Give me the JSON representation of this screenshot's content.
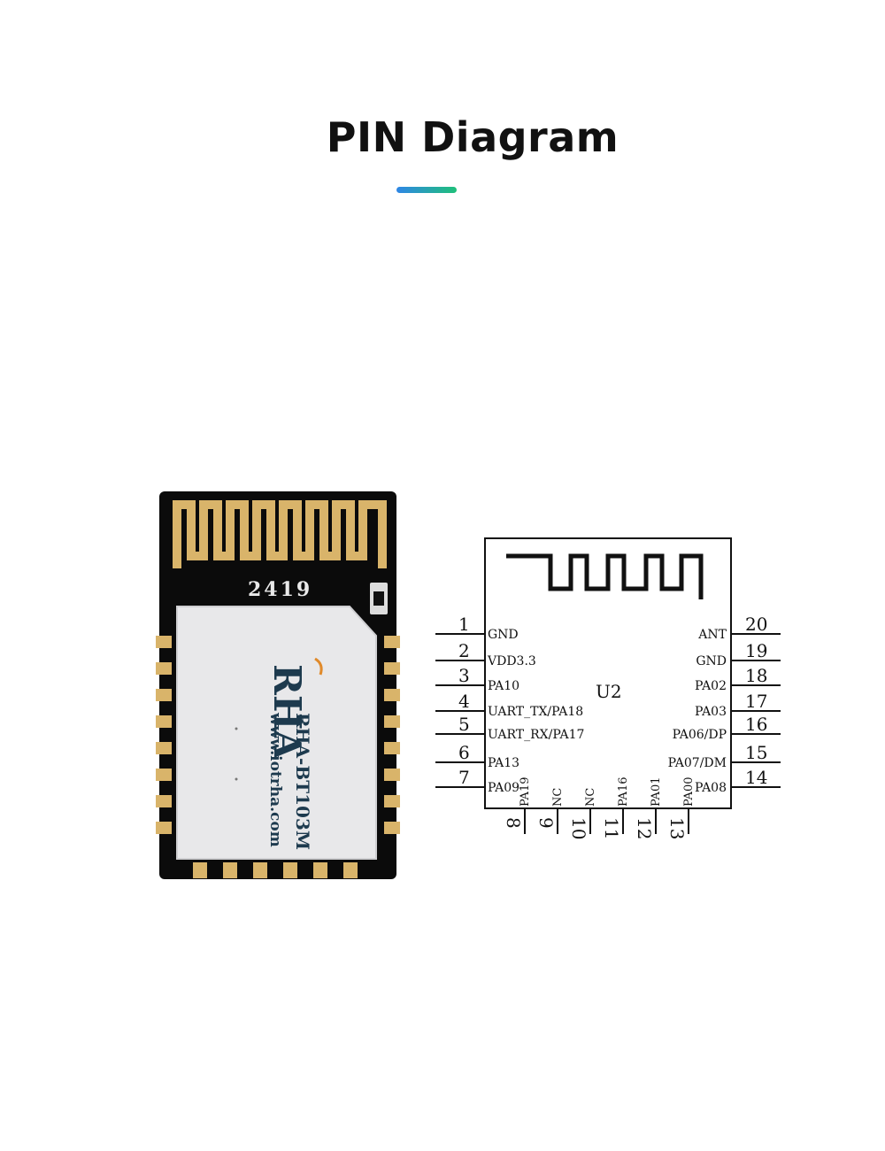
{
  "header": {
    "title": "PIN Diagram"
  },
  "module": {
    "brand": "RHA",
    "model": "RHA-BT103M",
    "website": "www.iotrha.com",
    "silk_code": "2419"
  },
  "schematic": {
    "ref": "U2",
    "left_pins": [
      {
        "num": "1",
        "name": "GND"
      },
      {
        "num": "2",
        "name": "VDD3.3"
      },
      {
        "num": "3",
        "name": "PA10"
      },
      {
        "num": "4",
        "name": "UART_TX/PA18"
      },
      {
        "num": "5",
        "name": "UART_RX/PA17"
      },
      {
        "num": "6",
        "name": "PA13"
      },
      {
        "num": "7",
        "name": "PA09"
      }
    ],
    "bottom_pins": [
      {
        "num": "8",
        "name": "PA19"
      },
      {
        "num": "9",
        "name": "NC"
      },
      {
        "num": "10",
        "name": "NC"
      },
      {
        "num": "11",
        "name": "PA16"
      },
      {
        "num": "12",
        "name": "PA01"
      },
      {
        "num": "13",
        "name": "PA00"
      }
    ],
    "right_pins": [
      {
        "num": "20",
        "name": "ANT"
      },
      {
        "num": "19",
        "name": "GND"
      },
      {
        "num": "18",
        "name": "PA02"
      },
      {
        "num": "17",
        "name": "PA03"
      },
      {
        "num": "16",
        "name": "PA06/DP"
      },
      {
        "num": "15",
        "name": "PA07/DM"
      },
      {
        "num": "14",
        "name": "PA08"
      }
    ]
  }
}
